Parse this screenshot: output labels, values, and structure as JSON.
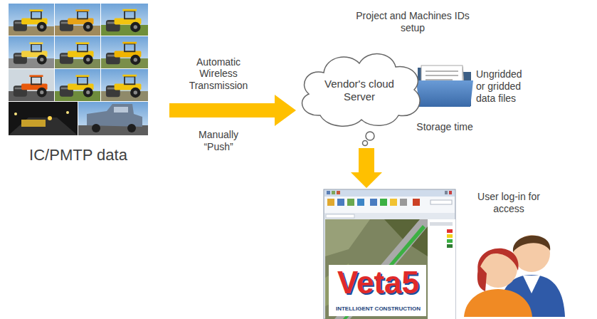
{
  "diagram": {
    "nodes": [
      {
        "text": [
          "IC/PMTP data"
        ]
      },
      {
        "text": [
          "Vendor's cloud Server"
        ]
      },
      {
        "text": [
          "Ungridded or gridded data files",
          "Storage time"
        ]
      },
      {
        "text": [
          "Veta5",
          "INTELLIGENT CONSTRUCTION"
        ]
      },
      {
        "text": [
          "User log-in for access"
        ]
      }
    ],
    "edges": [
      {
        "from": 0,
        "to": 1,
        "arrow": "to",
        "label": "Automatic Wireless Transmission"
      },
      {
        "from": 1,
        "to": 3,
        "arrow": "to"
      }
    ],
    "labels": [
      "Project and Machines IDs setup",
      "Manually “Push”"
    ]
  }
}
